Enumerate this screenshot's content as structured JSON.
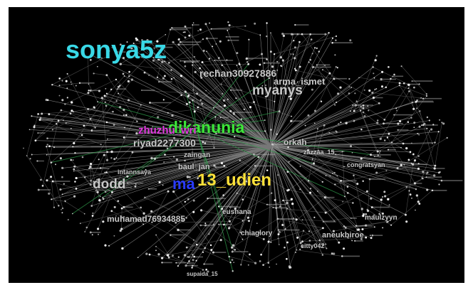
{
  "graph": {
    "background": "#000000",
    "edge_color": "#d8d8d8",
    "highlight_edge_color": "#2e9a4a",
    "node_color": "#ffffff",
    "labels": [
      {
        "id": "sonya5z",
        "text": "sonya5z",
        "color": "#39d8e6",
        "rank": 1
      },
      {
        "id": "udien",
        "text": "13_udien",
        "color": "#ffe23a",
        "rank": 2
      },
      {
        "id": "dikanunia",
        "text": "dikanunia",
        "color": "#3ee83a",
        "rank": 3
      },
      {
        "id": "ma-blue",
        "text": "ma",
        "color": "#2a3cff",
        "rank": 4
      },
      {
        "id": "zhuzhu",
        "text": "zhuzhu_wri",
        "color": "#e23be0",
        "rank": 5
      },
      {
        "id": "doddy",
        "text": "dodd",
        "color": "#c8c8c8",
        "rank": 6
      },
      {
        "id": "myanys",
        "text": "myanys",
        "color": "#c8c8c8",
        "rank": 7
      },
      {
        "id": "rechan",
        "text": "rechan30927886",
        "color": "#c8c8c8",
        "rank": 8
      },
      {
        "id": "riyad",
        "text": "riyad2277300",
        "color": "#c8c8c8",
        "rank": 9
      },
      {
        "id": "arma",
        "text": "arma_ismet",
        "color": "#c8c8c8",
        "rank": 10
      },
      {
        "id": "zaingan",
        "text": "zaingan",
        "color": "#c8c8c8",
        "rank": 11
      },
      {
        "id": "muhamad",
        "text": "muhamad76934885",
        "color": "#c8c8c8",
        "rank": 12
      },
      {
        "id": "eusnana",
        "text": "eusnana",
        "color": "#c8c8c8",
        "rank": 13
      },
      {
        "id": "chiaglory",
        "text": "chiaglory",
        "color": "#c8c8c8",
        "rank": 14
      },
      {
        "id": "aneukbiroe",
        "text": "aneukbiroe",
        "color": "#c8c8c8",
        "rank": 15
      },
      {
        "id": "congratsy",
        "text": "congratsyan",
        "color": "#c8c8c8",
        "rank": 16
      },
      {
        "id": "maulzyyn",
        "text": "maulzyyn",
        "color": "#c8c8c8",
        "rank": 17
      },
      {
        "id": "citty042",
        "text": "citty042",
        "color": "#c8c8c8",
        "rank": 18
      },
      {
        "id": "intannsaya",
        "text": "intannsaya",
        "color": "#c8c8c8",
        "rank": 19
      },
      {
        "id": "bauljan",
        "text": "baul_jan",
        "color": "#c8c8c8",
        "rank": 20
      },
      {
        "id": "zazza",
        "text": "zazzaa_15",
        "color": "#c8c8c8",
        "rank": 21
      },
      {
        "id": "orkah",
        "text": "orkah",
        "color": "#c8c8c8",
        "rank": 22
      },
      {
        "id": "supaida",
        "text": "supaida_15",
        "color": "#c8c8c8",
        "rank": 23
      }
    ]
  }
}
